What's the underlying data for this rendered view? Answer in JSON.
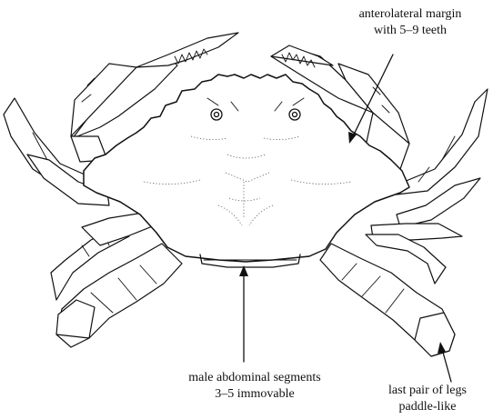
{
  "labels": {
    "anterolateral_margin": [
      "anterolateral margin",
      "with 5–9 teeth"
    ],
    "abdominal_segments": [
      "male abdominal segments",
      "3–5 immovable"
    ],
    "last_legs": [
      "last pair of legs",
      "paddle-like"
    ]
  }
}
